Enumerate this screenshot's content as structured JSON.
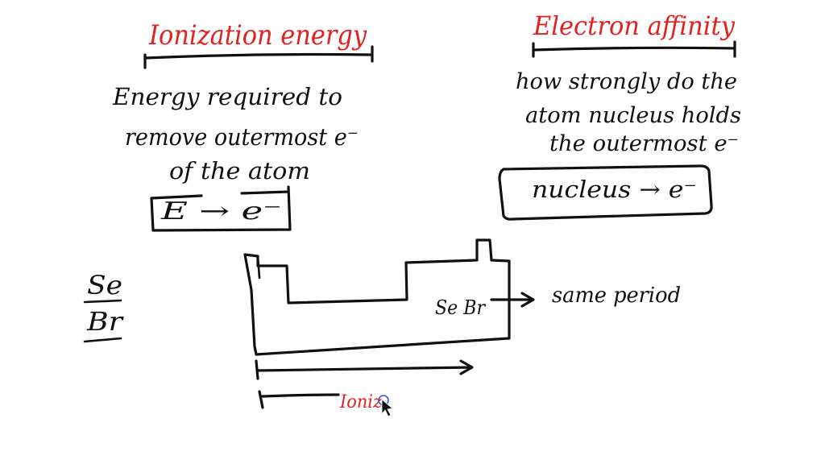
{
  "ionization": {
    "title": "Ionization energy",
    "definition_line1": "Energy required to",
    "definition_line2": "remove outermost e⁻",
    "definition_line3": "of the atom",
    "box": "E → e⁻"
  },
  "affinity": {
    "title": "Electron affinity",
    "definition_line1": "how strongly do the",
    "definition_line2": "atom nucleus holds",
    "definition_line3": "the outermost e⁻",
    "box": "nucleus → e⁻"
  },
  "elements": {
    "first": "Se",
    "second": "Br"
  },
  "table_note": {
    "pair": "Se Br",
    "period": "same period"
  },
  "partial_word": "Ioniz",
  "colors": {
    "accent_red": "#e2201f",
    "ink": "#111111",
    "cursor_ring": "#3b5bdb"
  },
  "icons": {
    "cursor": "mouse-pointer-icon"
  }
}
